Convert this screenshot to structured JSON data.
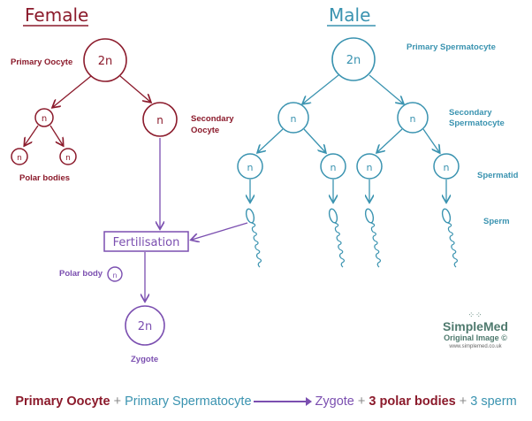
{
  "colors": {
    "female": "#8b1a2b",
    "male": "#3a93b0",
    "purple": "#7b4fb0",
    "logo": "#4f7a6e"
  },
  "female": {
    "title": "Female",
    "primary_label": "Primary Oocyte",
    "secondary_label_1": "Secondary",
    "secondary_label_2": "Oocyte",
    "polar_bodies_label": "Polar bodies",
    "n": "n",
    "two_n": "2n"
  },
  "male": {
    "title": "Male",
    "primary_label": "Primary Spermatocyte",
    "secondary_label_1": "Secondary",
    "secondary_label_2": "Spermatocyte",
    "spermatid_label": "Spermatid",
    "sperm_label": "Sperm"
  },
  "center": {
    "fertilisation": "Fertilisation",
    "polar_body_label": "Polar body",
    "zygote_label": "Zygote"
  },
  "logo": {
    "name": "SimpleMed",
    "subtitle": "Original Image ©",
    "url": "www.simplemed.co.uk"
  },
  "equation": {
    "t1": "Primary Oocyte",
    "p1": "+",
    "t2": "Primary Spermatocyte",
    "t3": "Zygote",
    "p2": "+",
    "t4": "3 polar bodies",
    "p3": "+",
    "t5": "3 sperm"
  }
}
